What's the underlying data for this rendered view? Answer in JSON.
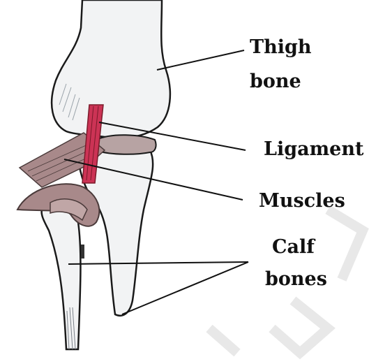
{
  "labels": {
    "thigh_line1": "Thigh",
    "thigh_line2": "bone",
    "ligament": "Ligament",
    "muscles": "Muscles",
    "calf_line1": "Calf",
    "calf_line2": "bones"
  },
  "colors": {
    "bone_fill": "#f2f3f4",
    "bone_outline": "#1a1a1a",
    "ligament": "#cc3355",
    "muscle": "#a8898a",
    "leader_line": "#111111",
    "watermark": "#e6e6e6"
  }
}
